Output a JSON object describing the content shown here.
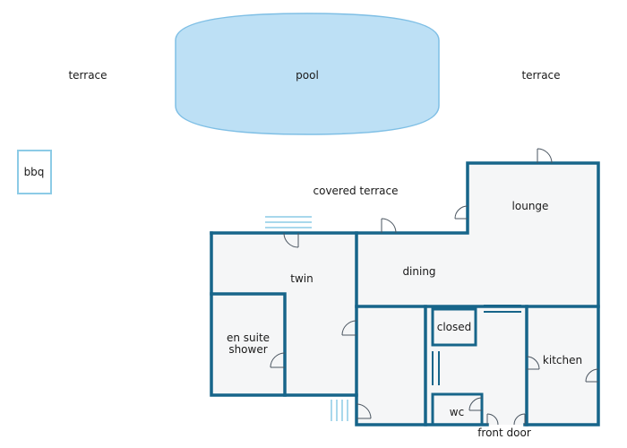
{
  "colors": {
    "wall": "#17658a",
    "floor": "#f5f6f7",
    "pool_fill": "#bde0f5",
    "pool_stroke": "#7fbfe5",
    "window": "#8ccbe6",
    "door": "#4a5560",
    "text": "#1a1a1a"
  },
  "labels": {
    "terrace_left": "terrace",
    "pool": "pool",
    "terrace_right": "terrace",
    "bbq": "bbq",
    "covered_terrace": "covered terrace",
    "lounge": "lounge",
    "twin": "twin",
    "dining": "dining",
    "en_suite_line1": "en suite",
    "en_suite_line2": "shower",
    "closed": "closed",
    "kitchen": "kitchen",
    "wc": "wc",
    "front_door": "front door"
  }
}
